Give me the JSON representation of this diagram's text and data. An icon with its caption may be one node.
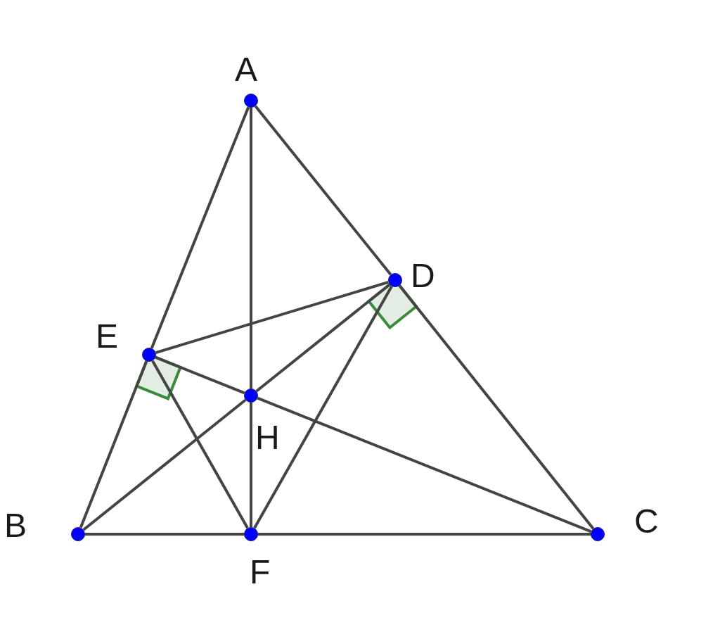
{
  "diagram": {
    "nodes": [
      {
        "text": [
          "A"
        ]
      },
      {
        "text": [
          "B"
        ]
      },
      {
        "text": [
          "C"
        ]
      },
      {
        "text": [
          "D"
        ]
      },
      {
        "text": [
          "E"
        ]
      },
      {
        "text": [
          "F"
        ]
      },
      {
        "text": [
          "H"
        ]
      }
    ],
    "edges": [
      {
        "from": 0,
        "to": 4,
        "arrow": "none"
      },
      {
        "from": 4,
        "to": 1,
        "arrow": "none"
      },
      {
        "from": 0,
        "to": 3,
        "arrow": "none"
      },
      {
        "from": 3,
        "to": 2,
        "arrow": "none"
      },
      {
        "from": 1,
        "to": 5,
        "arrow": "none"
      },
      {
        "from": 5,
        "to": 2,
        "arrow": "none"
      },
      {
        "from": 0,
        "to": 6,
        "arrow": "none"
      },
      {
        "from": 6,
        "to": 5,
        "arrow": "none"
      },
      {
        "from": 1,
        "to": 6,
        "arrow": "none"
      },
      {
        "from": 6,
        "to": 3,
        "arrow": "none"
      },
      {
        "from": 4,
        "to": 6,
        "arrow": "none"
      },
      {
        "from": 6,
        "to": 2,
        "arrow": "none"
      },
      {
        "from": 4,
        "to": 3,
        "arrow": "none"
      },
      {
        "from": 4,
        "to": 5,
        "arrow": "none"
      },
      {
        "from": 3,
        "to": 5,
        "arrow": "none"
      }
    ]
  }
}
